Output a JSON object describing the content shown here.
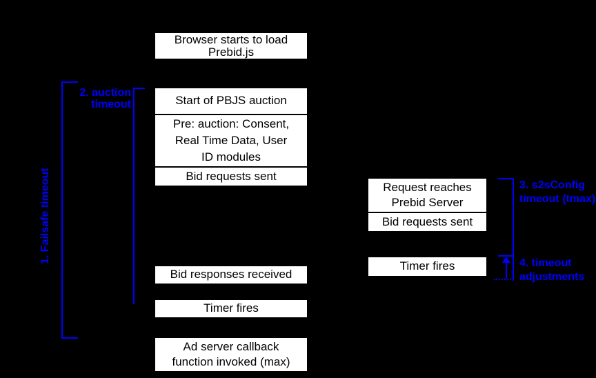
{
  "colors": {
    "background": "#000000",
    "box_bg": "#ffffff",
    "box_text": "#000000",
    "annotation": "#0000ff"
  },
  "left_column": {
    "boxes": [
      {
        "label": "Browser starts to load Prebid.js"
      },
      {
        "label": "Start of PBJS auction"
      },
      {
        "label": "Pre: auction: Consent, Real Time Data, User ID modules"
      },
      {
        "label": "Bid requests sent"
      },
      {
        "label": "Bid responses received"
      },
      {
        "label": "Timer fires"
      },
      {
        "label": "Ad server callback function invoked (max)"
      }
    ]
  },
  "right_column": {
    "boxes": [
      {
        "label": "Request reaches Prebid Server"
      },
      {
        "label": "Bid requests sent"
      },
      {
        "label": "Timer fires"
      }
    ]
  },
  "annotations": {
    "failsafe_timeout": "1. Failsafe timeout",
    "auction_timeout": "2. auction timeout",
    "s2s_config_timeout": "3. s2sConfig timeout (tmax)",
    "timeout_adjustments": "4. timeout adjustments"
  }
}
